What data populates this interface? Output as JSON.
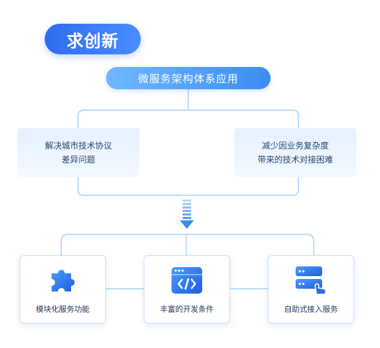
{
  "header": {
    "title": "求创新",
    "subtitle": "微服务架构体系应用"
  },
  "problems": [
    {
      "line1": "解决城市技术协议",
      "line2": "差异问题"
    },
    {
      "line1": "减少因业务复杂度",
      "line2": "带来的技术对接困难"
    }
  ],
  "features": [
    {
      "label": "模块化服务功能",
      "icon": "puzzle-icon"
    },
    {
      "label": "丰富的开发条件",
      "icon": "code-window-icon"
    },
    {
      "label": "自助式接入服务",
      "icon": "self-service-icon"
    }
  ],
  "colors": {
    "primary": "#2f6df0",
    "accent": "#4b8cff",
    "connector": "#bcdcfb",
    "box_bg": "#e6f1ff"
  }
}
